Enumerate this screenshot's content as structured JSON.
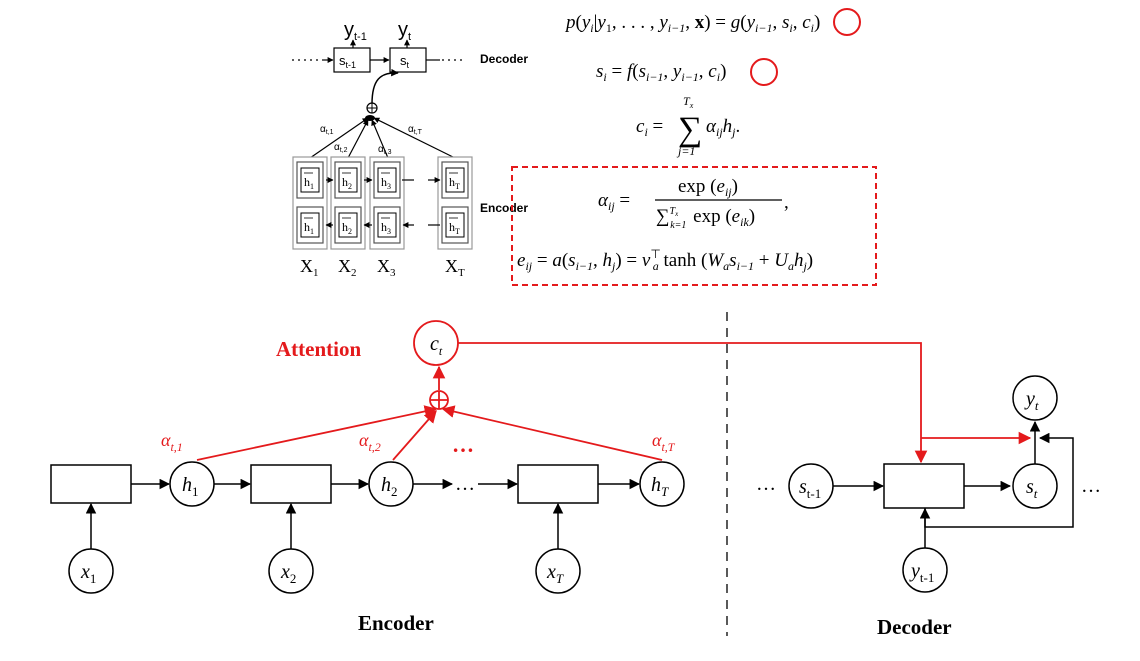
{
  "colors": {
    "ink": "#000000",
    "accent": "#e41a1c",
    "box_gray": "#888888"
  },
  "top_left_diagram": {
    "y_prev": "y",
    "y_prev_sub": "t-1",
    "y_cur": "y",
    "y_cur_sub": "t",
    "s_prev": "s",
    "s_prev_sub": "t-1",
    "s_cur": "s",
    "s_cur_sub": "t",
    "decoder_label": "Decoder",
    "encoder_label": "Encoder",
    "alpha_1": "α",
    "alpha_1_sub": "t,1",
    "alpha_2": "α",
    "alpha_2_sub": "t,2",
    "alpha_3": "α",
    "alpha_3_sub": "t,3",
    "alpha_T": "α",
    "alpha_T_sub": "t,T",
    "h_fwd_subs": [
      "1",
      "2",
      "3",
      "T"
    ],
    "h_bwd_subs": [
      "1",
      "2",
      "3",
      "T"
    ],
    "x_subs": [
      "1",
      "2",
      "3",
      "T"
    ],
    "h_char": "h",
    "x_char": "X",
    "oplus": "⊕"
  },
  "equations": {
    "eq1": "p(yᵢ|y₁, . . . , yᵢ₋₁, x) = g(yᵢ₋₁, sᵢ, cᵢ)",
    "eq2": "sᵢ = f(sᵢ₋₁, yᵢ₋₁, cᵢ)",
    "eq3": "cᵢ = Σⱼ₌₁ᵀˣ αᵢⱼhⱼ.",
    "eq4": "αᵢⱼ = exp(eᵢⱼ) / Σₖ₌₁ᵀˣ exp(eᵢₖ),",
    "eq5": "eᵢⱼ = a(sᵢ₋₁, hⱼ) = vₐᵀ tanh(Wₐsᵢ₋₁ + Uₐhⱼ)"
  },
  "main_diagram": {
    "attention_label": "Attention",
    "c_node": "c",
    "c_sub": "t",
    "oplus": "⊕",
    "alpha_1": "α",
    "alpha_1_sub": "t,1",
    "alpha_2": "α",
    "alpha_2_sub": "t,2",
    "alpha_T": "α",
    "alpha_T_sub": "t,T",
    "red_ellipsis": "…",
    "h1": "h",
    "h1_sub": "1",
    "h2": "h",
    "h2_sub": "2",
    "hT": "h",
    "hT_sub": "T",
    "x1": "x",
    "x1_sub": "1",
    "x2": "x",
    "x2_sub": "2",
    "xT": "x",
    "xT_sub": "T",
    "enc_ellipsis": "…",
    "dec_ellipsis_left": "…",
    "dec_ellipsis_right": "…",
    "s_prev": "s",
    "s_prev_sub": "t-1",
    "s_cur": "s",
    "s_cur_sub": "t",
    "y_cur": "y",
    "y_cur_sub": "t",
    "y_prev": "y",
    "y_prev_sub": "t-1",
    "encoder_caption": "Encoder",
    "decoder_caption": "Decoder"
  }
}
